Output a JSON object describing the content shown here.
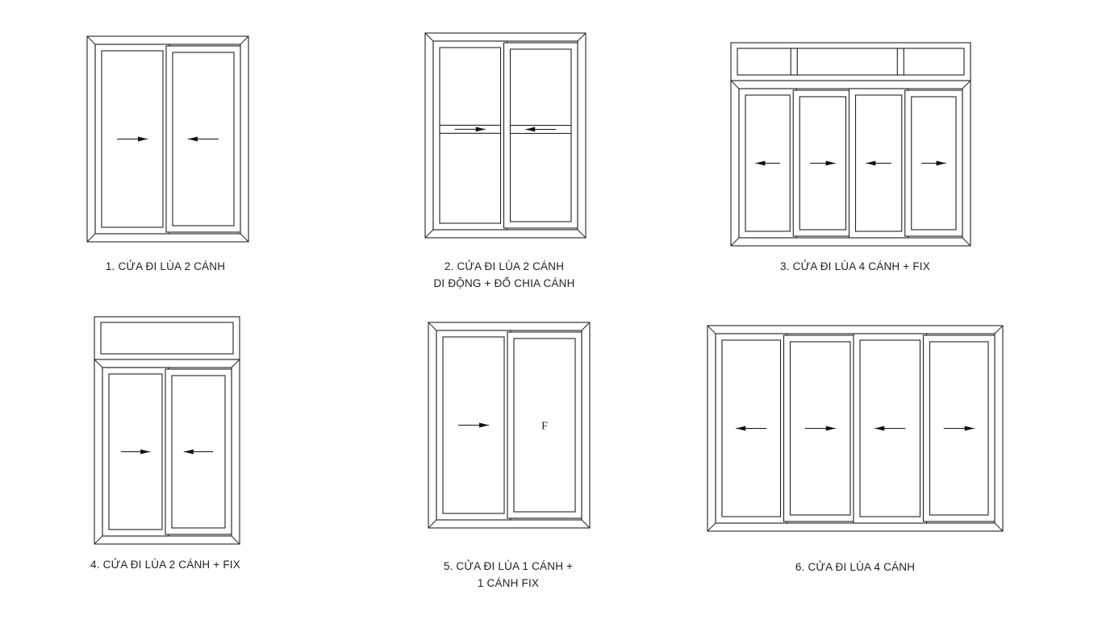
{
  "colors": {
    "background": "#ffffff",
    "stroke": "#222222"
  },
  "doors": [
    {
      "id": "d1",
      "caption": [
        "1. CỬA ĐI LÙA 2 CÁNH"
      ],
      "transom": null,
      "panels": [
        {
          "arrow": "right"
        },
        {
          "arrow": "left"
        }
      ],
      "arrow_row": "mid",
      "rail": false
    },
    {
      "id": "d2",
      "caption": [
        "2. CỬA ĐI LÙA 2 CÁNH",
        "DI ĐỘNG + ĐỐ CHIA CÁNH"
      ],
      "transom": null,
      "panels": [
        {
          "arrow": "right"
        },
        {
          "arrow": "left"
        }
      ],
      "arrow_row": "mid",
      "rail": true
    },
    {
      "id": "d3",
      "caption": [
        "3. CỬA ĐI LÙA 4 CÁNH + FIX"
      ],
      "transom": {
        "divisions": 3
      },
      "panels": [
        {
          "arrow": "left"
        },
        {
          "arrow": "right"
        },
        {
          "arrow": "left"
        },
        {
          "arrow": "right"
        }
      ],
      "arrow_row": "mid",
      "rail": false
    },
    {
      "id": "d4",
      "caption": [
        "4. CỬA ĐI LÙA 2 CÁNH + FIX"
      ],
      "transom": {
        "divisions": 1
      },
      "panels": [
        {
          "arrow": "right"
        },
        {
          "arrow": "left"
        }
      ],
      "arrow_row": "mid",
      "rail": false
    },
    {
      "id": "d5",
      "caption": [
        "5. CỬA ĐI LÙA 1 CÁNH +",
        "1 CÁNH FIX"
      ],
      "transom": null,
      "panels": [
        {
          "arrow": "right"
        },
        {
          "label": "F"
        }
      ],
      "arrow_row": "mid",
      "rail": false
    },
    {
      "id": "d6",
      "caption": [
        "6. CỬA ĐI LÙA 4 CÁNH"
      ],
      "transom": null,
      "panels": [
        {
          "arrow": "left"
        },
        {
          "arrow": "right"
        },
        {
          "arrow": "left"
        },
        {
          "arrow": "right"
        }
      ],
      "arrow_row": "mid",
      "rail": false
    }
  ]
}
